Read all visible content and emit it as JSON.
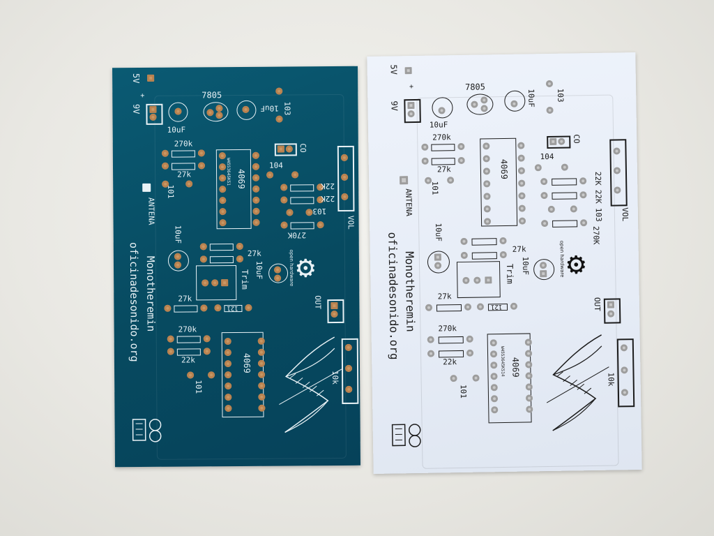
{
  "boards": [
    {
      "id": "blue",
      "labels": {
        "power_5v": "5V",
        "power_9v": "9V",
        "plus": "+",
        "regulator": "7805",
        "cap_10uf_1": "10uF",
        "cap_10uf_2": "10uF",
        "cap_103": "103",
        "co": "CO",
        "r270k_1": "270k",
        "r27k_1": "27k",
        "c101_1": "101",
        "antena": "ANTENA",
        "chip_4069_1": "4069",
        "chip_mark_1": "W4553645KS1",
        "c104": "104",
        "r22k_1": "22K",
        "r22k_2": "22K",
        "c103b": "103",
        "r270k_2": "270K",
        "vol": "VOL",
        "cap_10uf_3": "10uF",
        "r27k_2": "27k",
        "trim": "Trim",
        "cap_10uf_4": "10uF",
        "open_hardware": "open hardware",
        "r27k_3": "27k",
        "c121": "121",
        "out": "OUT",
        "r270k_3": "270k",
        "r22k_3": "22k",
        "chip_4069_2": "4069",
        "c101_2": "101",
        "r10k": "10k",
        "project": "Monotheremin",
        "website": "oficinadesonido.org"
      }
    },
    {
      "id": "white",
      "labels": {
        "power_5v": "5V",
        "power_9v": "9V",
        "plus": "+",
        "regulator": "7805",
        "cap_10uf_1": "10uF",
        "cap_10uf_2": "10uF",
        "cap_103": "103",
        "co": "CO",
        "r270k_1": "270k",
        "r27k_1": "27k",
        "c101_1": "101",
        "antena": "ANTENA",
        "chip_4069_1": "4069",
        "c104": "104",
        "r22k_1": "22K",
        "r22k_2": "22K",
        "c103b": "103",
        "r270k_2": "270K",
        "vol": "VOL",
        "cap_10uf_3": "10uF",
        "r27k_2": "27k",
        "trim": "Trim",
        "cap_10uf_4": "10uF",
        "open_hardware": "open hardware",
        "r27k_3": "27k",
        "c121": "121",
        "out": "OUT",
        "r270k_3": "270k",
        "r22k_3": "22k",
        "chip_4069_2": "4069",
        "chip_mark_2": "W4553645KS14",
        "c101_2": "101",
        "r10k": "10k",
        "project": "Monotheremin",
        "website": "oficinadesonido.org"
      }
    }
  ],
  "colors": {
    "blue_board": "#074a60",
    "white_board": "#e6ecf6",
    "background": "#e9e8e3"
  },
  "icons": [
    "open-hardware-gear-icon",
    "theremin-waveform-icon",
    "makers-logo-icon"
  ]
}
